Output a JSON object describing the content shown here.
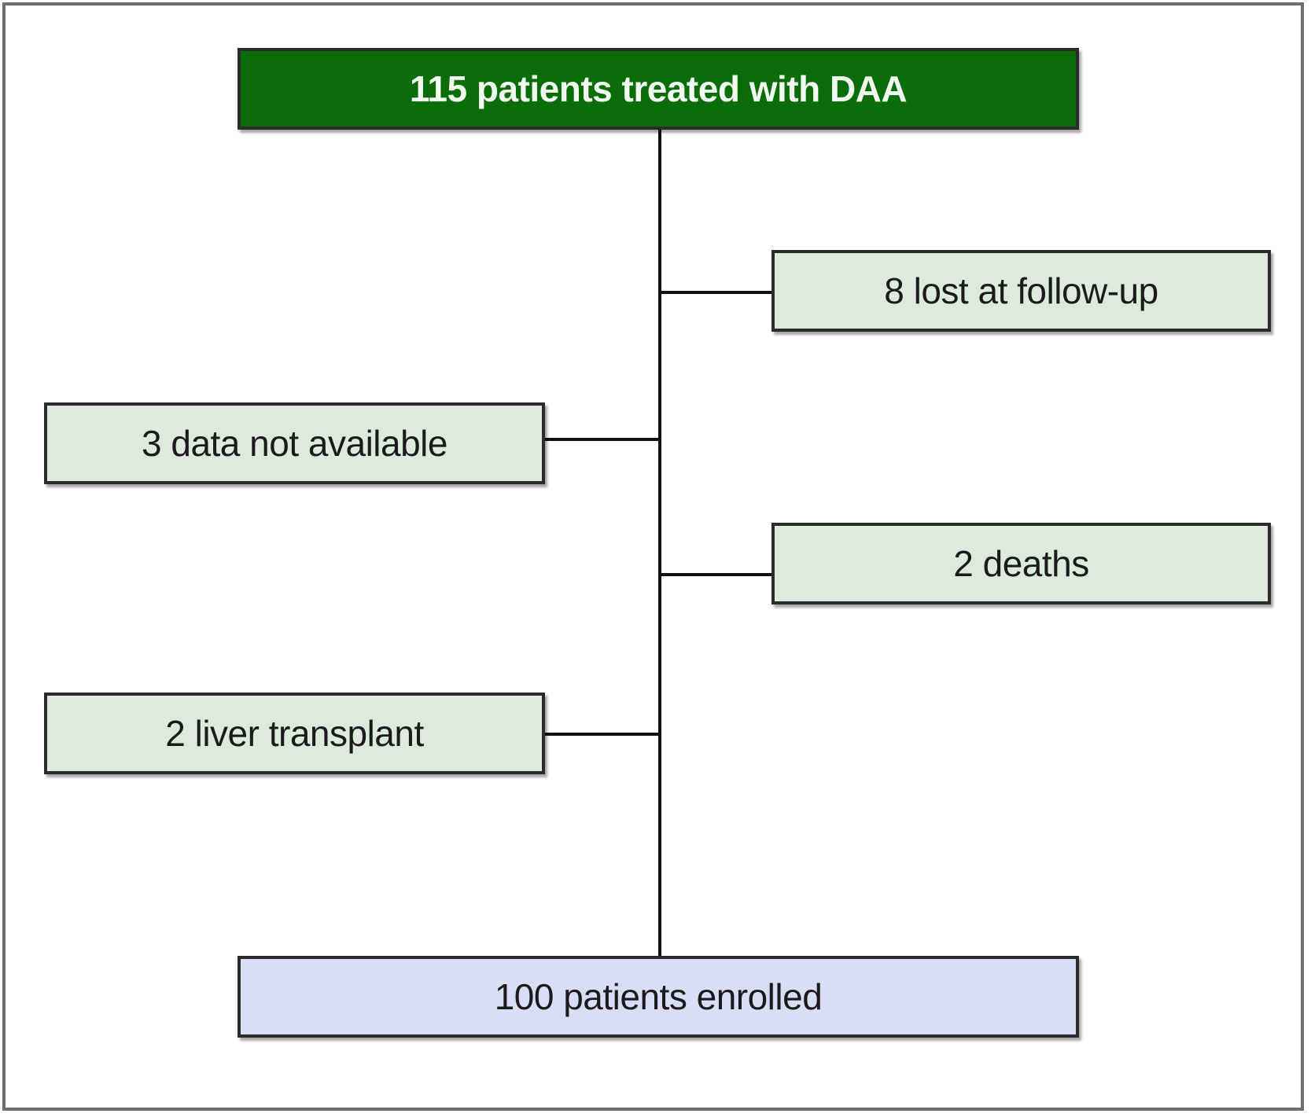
{
  "diagram": {
    "start_box": {
      "label": "115 patients treated with DAA"
    },
    "exclusions": [
      {
        "label": "8 lost at follow-up",
        "side": "right"
      },
      {
        "label": "3 data not available",
        "side": "left"
      },
      {
        "label": "2 deaths",
        "side": "right"
      },
      {
        "label": "2 liver transplant",
        "side": "left"
      }
    ],
    "end_box": {
      "label": "100 patients enrolled"
    },
    "colors": {
      "start_fill": "#0a6d0a",
      "exclusion_fill": "#dcebdc",
      "end_fill": "#d9def7",
      "border": "#2b2b2b",
      "connector": "#111111"
    }
  }
}
